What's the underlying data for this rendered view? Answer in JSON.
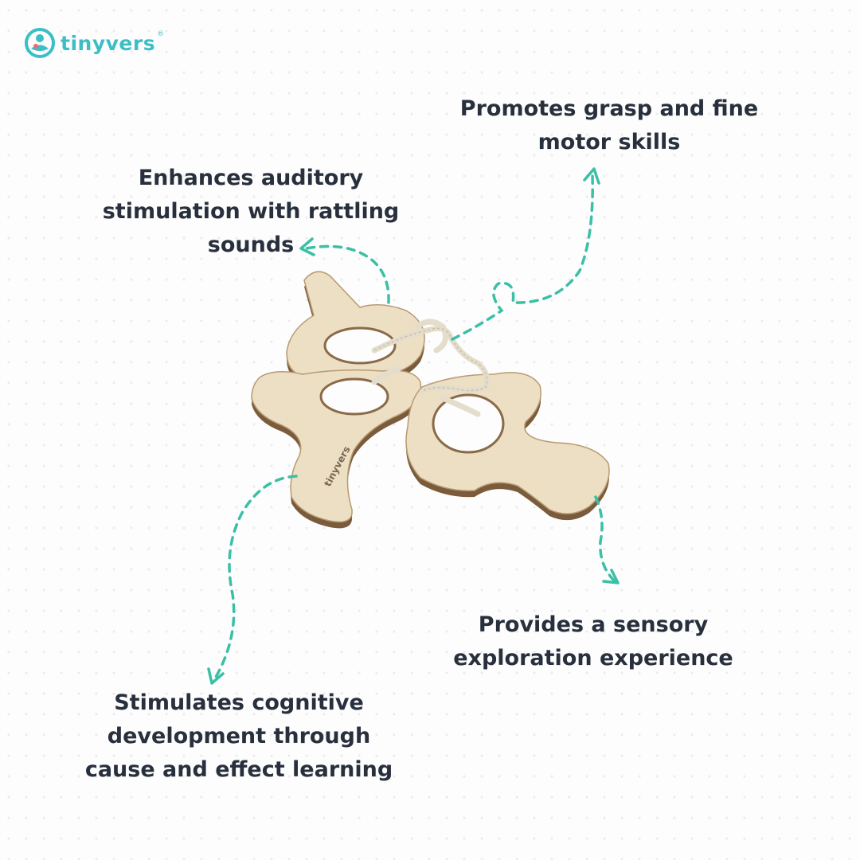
{
  "brand": {
    "name": "tinyvers",
    "registered_mark": "®",
    "accent_color": "#3bbfc6",
    "product_engraving": "tinyvers"
  },
  "captions": {
    "fine_motor": "Promotes grasp and fine\nmotor skills",
    "auditory": "Enhances auditory\nstimulation with rattling\nsounds",
    "sensory": "Provides a sensory\nexploration experience",
    "cognitive": "Stimulates cognitive\ndevelopment through\ncause and effect learning"
  },
  "colors": {
    "text": "#28303d",
    "arrow": "#3bbfa6",
    "wood": "#e9dcc2",
    "wood_edge": "#7a5c3c",
    "rope": "#e8e2d4"
  },
  "icons": [
    "tinyvers-logo-icon",
    "arrow-icon"
  ]
}
